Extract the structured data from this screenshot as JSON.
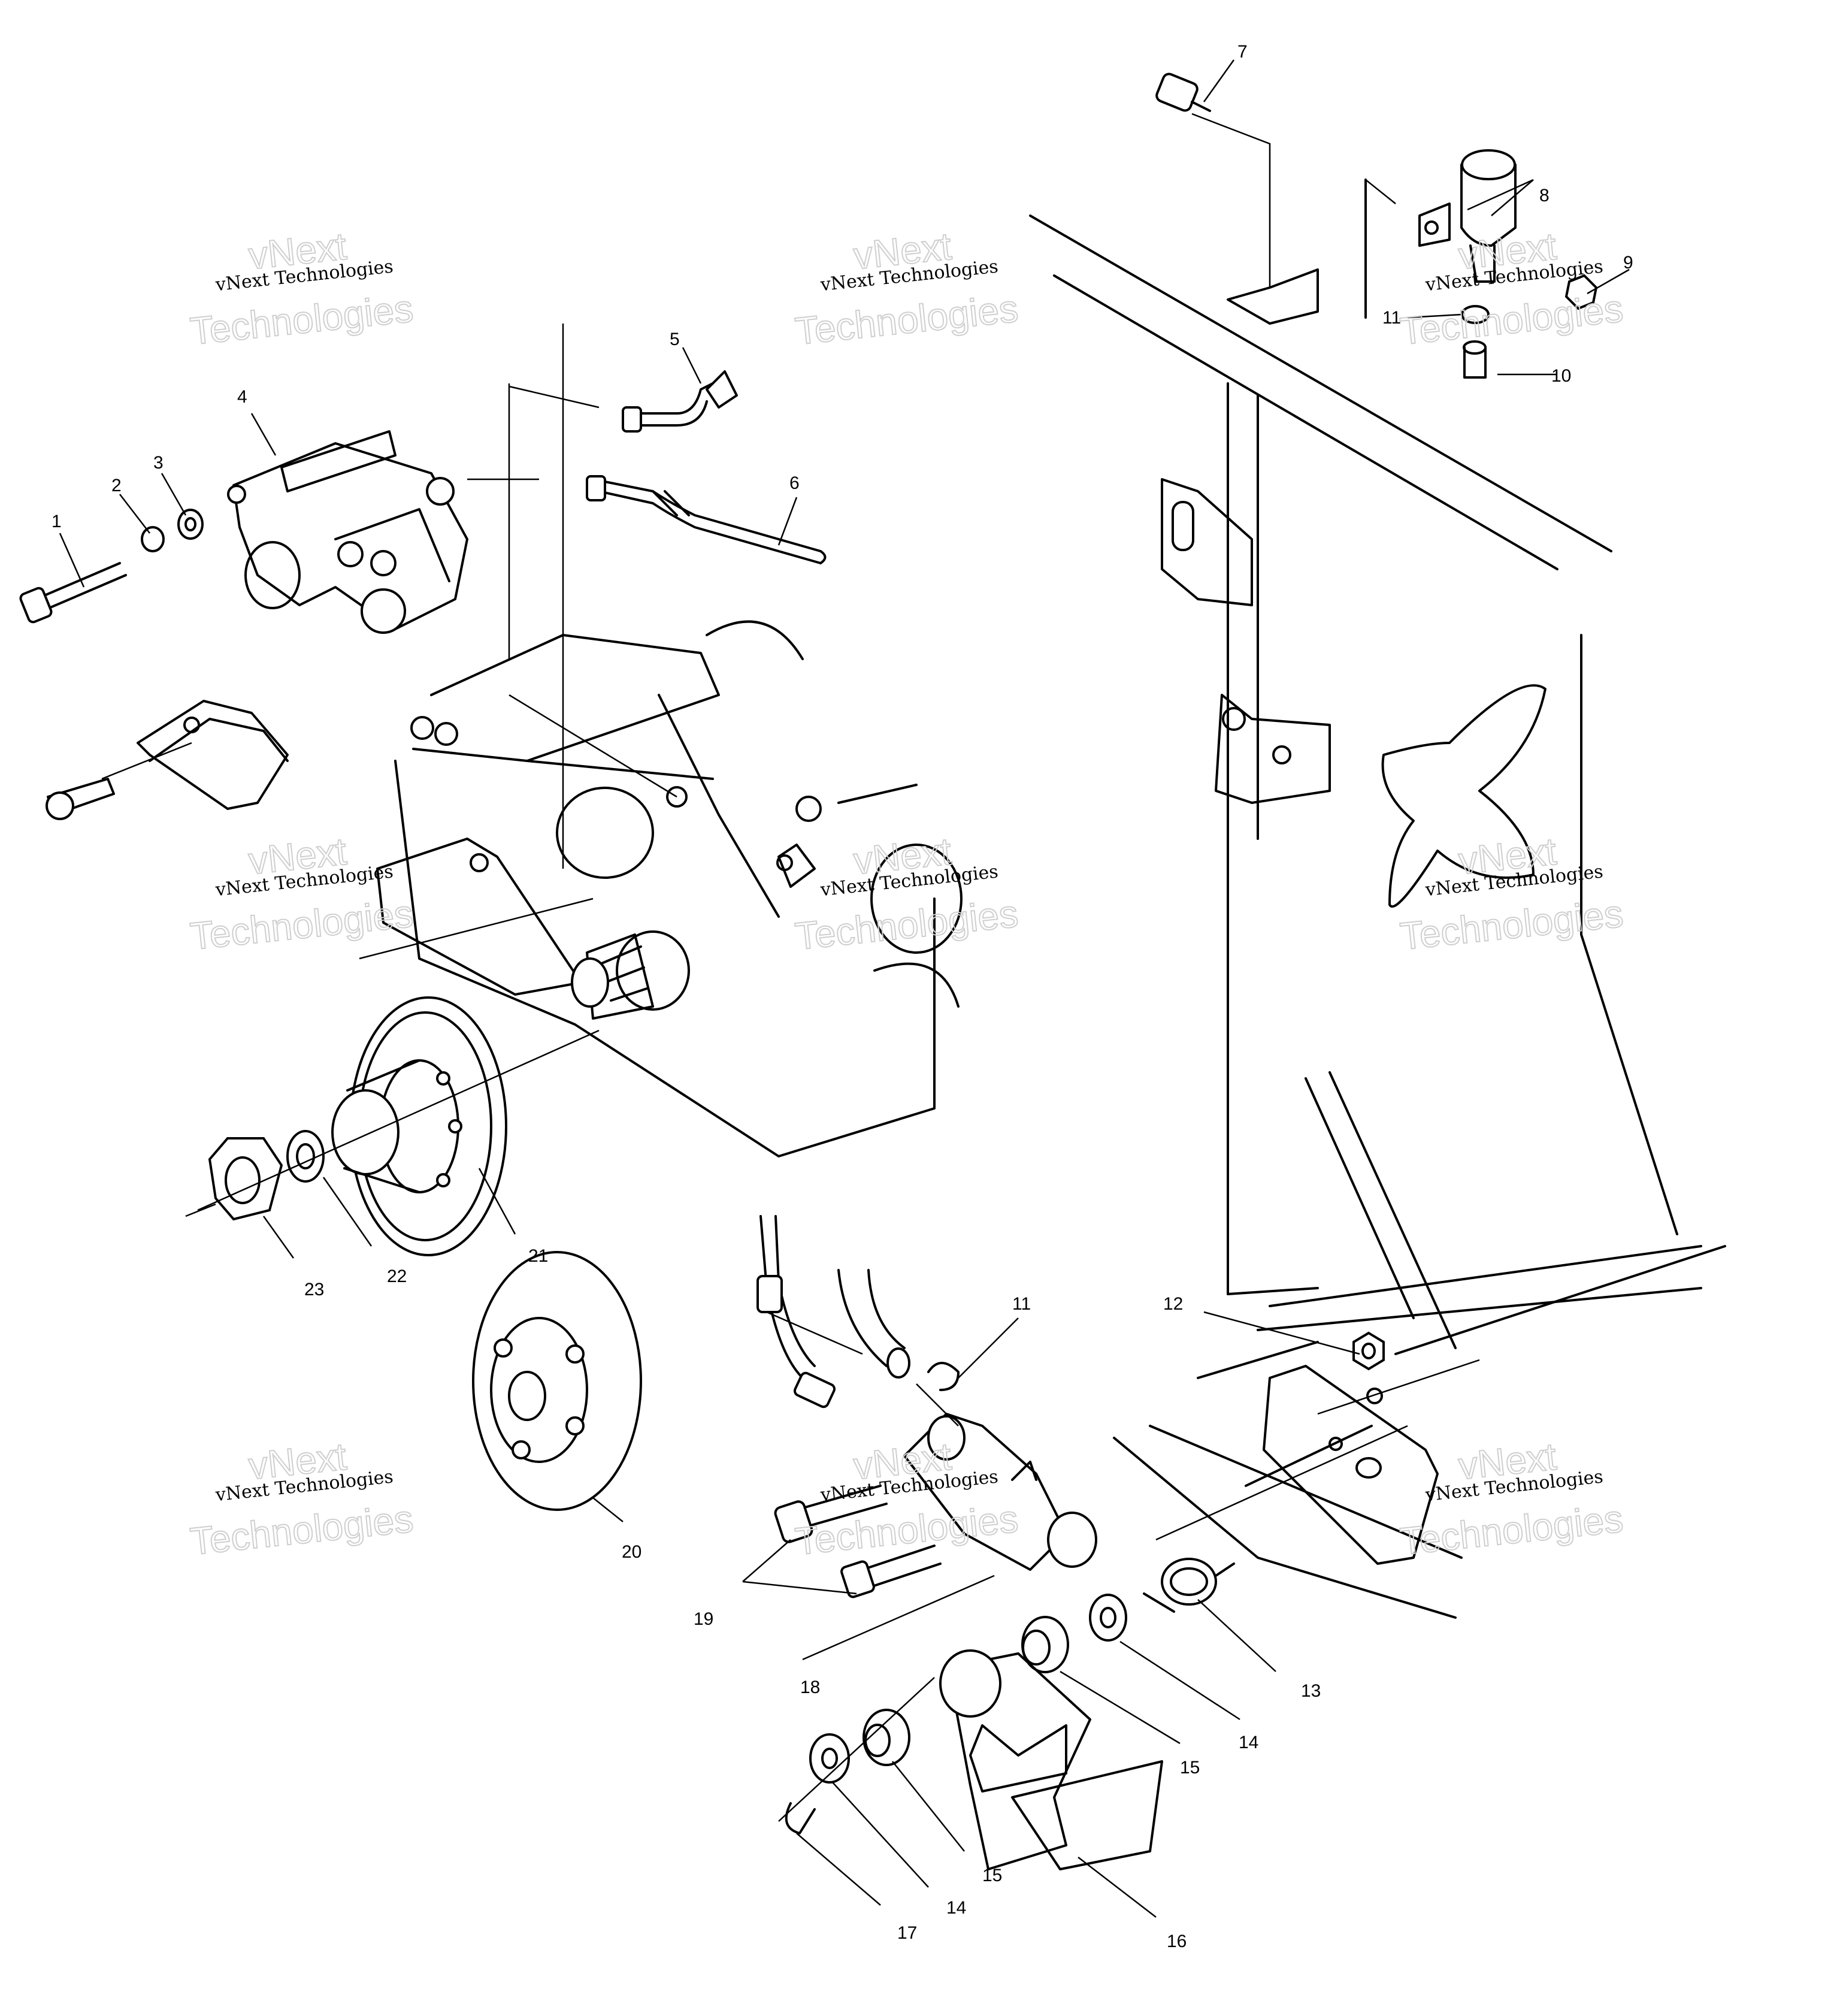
{
  "callouts": {
    "c1": "1",
    "c2": "2",
    "c3": "3",
    "c4": "4",
    "c5": "5",
    "c6": "6",
    "c7": "7",
    "c8": "8",
    "c9": "9",
    "c10": "10",
    "c11a": "11",
    "c11b": "11",
    "c12": "12",
    "c13": "13",
    "c14a": "14",
    "c14b": "14",
    "c15a": "15",
    "c15b": "15",
    "c16": "16",
    "c17": "17",
    "c18": "18",
    "c19": "19",
    "c20": "20",
    "c21": "21",
    "c22": "22",
    "c23": "23"
  },
  "watermark": {
    "line1": "vNext Technologies",
    "line2": "vNext",
    "line3": "Technologies"
  }
}
